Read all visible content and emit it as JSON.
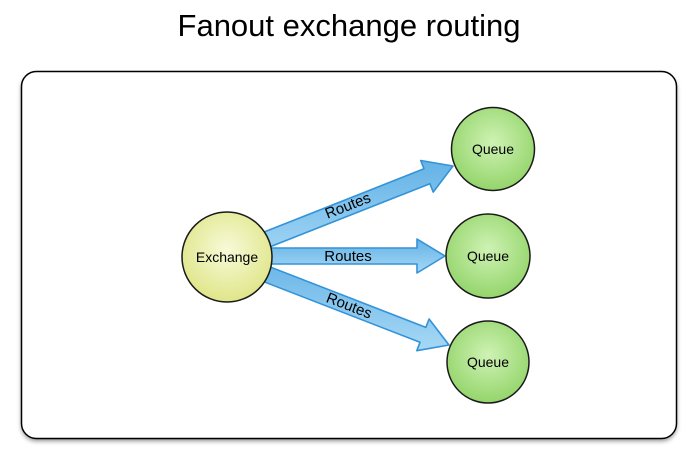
{
  "title": "Fanout exchange routing",
  "diagram": {
    "exchange": {
      "label": "Exchange"
    },
    "queues": [
      {
        "label": "Queue"
      },
      {
        "label": "Queue"
      },
      {
        "label": "Queue"
      }
    ],
    "edges": [
      {
        "label": "Routes"
      },
      {
        "label": "Routes"
      },
      {
        "label": "Routes"
      }
    ],
    "colors": {
      "panel_fill": "#ffffff",
      "panel_stroke": "#000000",
      "exchange_fill_center": "#f7fad8",
      "exchange_fill_edge": "#dbe27b",
      "queue_fill_center": "#cff2b4",
      "queue_fill_edge": "#8ad05f",
      "arrow_fill_dark": "#64b2e6",
      "arrow_fill_light": "#a6d8f5",
      "arrow_stroke": "#3393d8",
      "node_stroke": "#1a1a1a",
      "text": "#000000"
    }
  }
}
